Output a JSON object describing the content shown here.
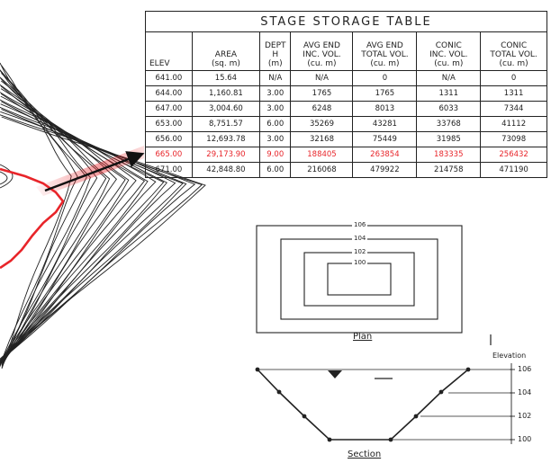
{
  "table": {
    "title": "STAGE STORAGE TABLE",
    "headers": [
      [
        "",
        "",
        "ELEV"
      ],
      [
        "AREA",
        "(sq. m)"
      ],
      [
        "DEPT",
        "H",
        "(m)"
      ],
      [
        "AVG END",
        "INC. VOL.",
        "(cu. m)"
      ],
      [
        "AVG END",
        "TOTAL VOL.",
        "(cu. m)"
      ],
      [
        "CONIC",
        "INC. VOL.",
        "(cu. m)"
      ],
      [
        "CONIC",
        "TOTAL VOL.",
        "(cu. m)"
      ]
    ],
    "rows": [
      [
        "641.00",
        "15.64",
        "N/A",
        "N/A",
        "0",
        "N/A",
        "0"
      ],
      [
        "644.00",
        "1,160.81",
        "3.00",
        "1765",
        "1765",
        "1311",
        "1311"
      ],
      [
        "647.00",
        "3,004.60",
        "3.00",
        "6248",
        "8013",
        "6033",
        "7344"
      ],
      [
        "653.00",
        "8,751.57",
        "6.00",
        "35269",
        "43281",
        "33768",
        "41112"
      ],
      [
        "656.00",
        "12,693.78",
        "3.00",
        "32168",
        "75449",
        "31985",
        "73098"
      ],
      [
        "665.00",
        "29,173.90",
        "9.00",
        "188405",
        "263854",
        "183335",
        "256432"
      ],
      [
        "671.00",
        "42,848.80",
        "6.00",
        "216068",
        "479922",
        "214758",
        "471190"
      ]
    ],
    "highlight_row": 5,
    "highlight_color": "#e8252a"
  },
  "plan": {
    "caption": "Plan",
    "contours": [
      "106",
      "104",
      "102",
      "100"
    ]
  },
  "section": {
    "caption": "Section",
    "elevation_label": "Elevation",
    "elevations": [
      "106",
      "104",
      "102",
      "100"
    ]
  },
  "contour_map": {
    "highlight_color": "#e8252a"
  }
}
